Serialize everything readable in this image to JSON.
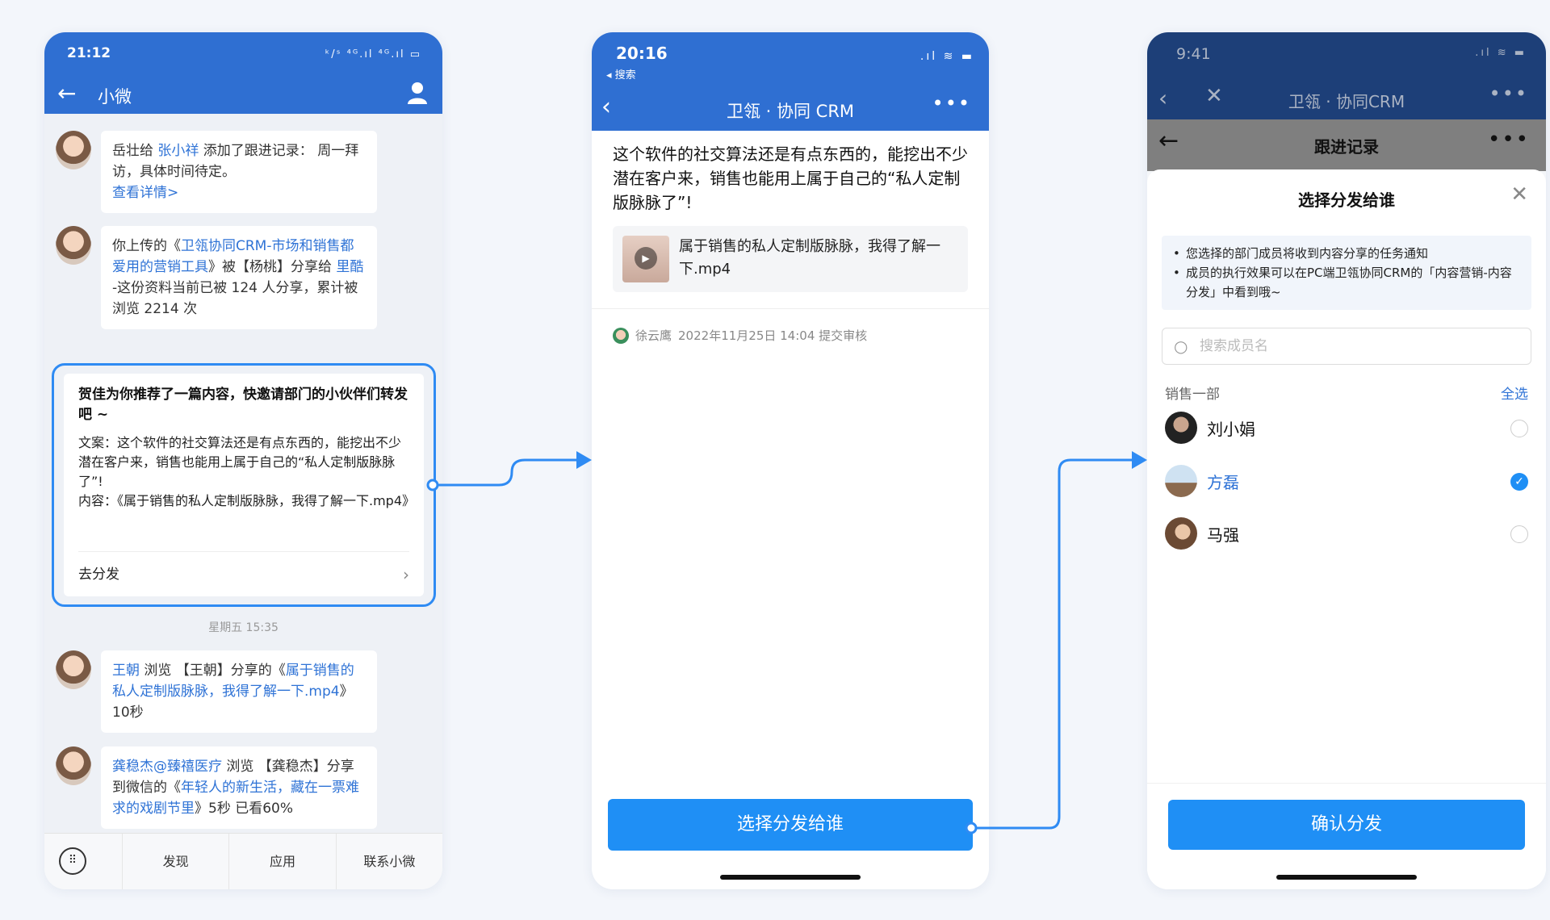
{
  "phone1": {
    "time": "21:12",
    "status_icons": "ᵏ/ˢ ⁴ᴳ.ıl ⁴ᴳ.ıl ▭",
    "title": "小微",
    "messages": [
      {
        "parts": [
          "岳壮给 ",
          "张小祥",
          " 添加了跟进记录：  周一拜访，具体时间待定。"
        ],
        "link": "查看详情>"
      },
      {
        "parts": [
          "你上传的《",
          "卫瓴协同CRM-市场和销售都爱用的营销工具",
          "》被【杨桃】分享给 ",
          "里酷"
        ],
        "line2": "-这份资料当前已被 124 人分享，累计被浏览 2214 次"
      },
      {
        "parts": [
          "王朝",
          " 浏览 【王朝】分享的《",
          "属于销售的私人定制版脉脉，我得了解一下.mp4",
          "》10秒"
        ]
      },
      {
        "parts": [
          "龚稳杰@臻禧医疗",
          " 浏览 【龚稳杰】分享到微信的《",
          "年轻人的新生活，藏在一票难求的戏剧节里",
          "》5秒 已看60%"
        ]
      }
    ],
    "recommend": {
      "title": "贺佳为你推荐了一篇内容，快邀请部门的小伙伴们转发吧 ~",
      "copy": "文案：这个软件的社交算法还是有点东西的，能挖出不少潜在客户来，销售也能用上属于自己的“私人定制版脉脉了”!",
      "content": "内容：《属于销售的私人定制版脉脉，我得了解一下.mp4》",
      "action": "去分发"
    },
    "time_label": "星期五 15:35",
    "tabs": [
      "发现",
      "应用",
      "联系小微"
    ]
  },
  "phone2": {
    "time": "20:16",
    "back_app": "◂ 搜索",
    "status_icons": ".ıl ≋ ▬",
    "title": "卫瓴 · 协同 CRM",
    "text": "这个软件的社交算法还是有点东西的，能挖出不少潜在客户来，销售也能用上属于自己的“私人定制版脉脉了”!",
    "attachment": "属于销售的私人定制版脉脉，我得了解一下.mp4",
    "author": "徐云鹰",
    "meta": "2022年11月25日 14:04 提交审核",
    "button": "选择分发给谁"
  },
  "phone3": {
    "time": "9:41",
    "status_icons": ".ıl ≋ ▬",
    "title": "卫瓴 · 协同CRM",
    "subtitle": "跟进记录",
    "sheet_title": "选择分发给谁",
    "notices": [
      "您选择的部门成员将收到内容分享的任务通知",
      "成员的执行效果可以在PC端卫瓴协同CRM的「内容营销-内容分发」中看到哦~"
    ],
    "search_placeholder": "搜索成员名",
    "department": "销售一部",
    "select_all": "全选",
    "members": [
      "刘小娟",
      "方磊",
      "马强"
    ],
    "button": "确认分发"
  },
  "colors": {
    "primary": "#2f6fd2",
    "button": "#1f8ff5",
    "link": "#2f73d6",
    "highlight": "#2f8bf3"
  }
}
